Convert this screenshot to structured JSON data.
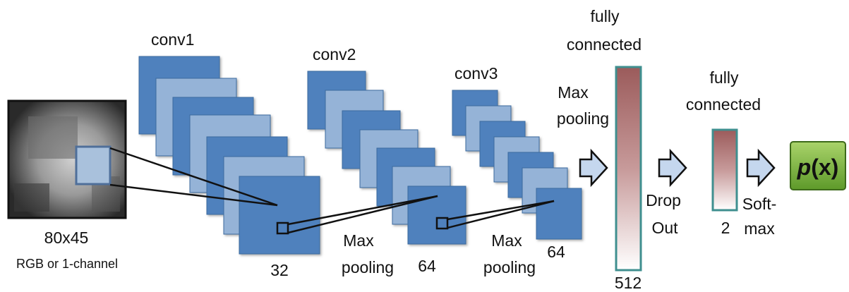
{
  "input": {
    "size_label": "80x45",
    "channel_label": "RGB or 1-channel"
  },
  "conv1": {
    "title": "conv1",
    "count": "32"
  },
  "conv2": {
    "title": "conv2",
    "count": "64"
  },
  "conv3": {
    "title": "conv3",
    "count": "64"
  },
  "pooling1": {
    "line1": "Max",
    "line2": "pooling"
  },
  "pooling2": {
    "line1": "Max",
    "line2": "pooling"
  },
  "pooling3": {
    "line1": "Max",
    "line2": "pooling"
  },
  "fc1": {
    "line1": "fully",
    "line2": "connected",
    "size": "512"
  },
  "dropout": {
    "line1": "Drop",
    "line2": "Out"
  },
  "fc2": {
    "line1": "fully",
    "line2": "connected",
    "size": "2"
  },
  "softmax": {
    "line1": "Soft-",
    "line2": "max"
  },
  "output": {
    "p": "p",
    "paren_open": "(",
    "x": "x",
    "paren_close": ")"
  },
  "colors": {
    "map_dark": "#4f81bd",
    "map_light": "#95b3d7",
    "fc_top": "#9b5b5b",
    "fc_bottom": "#ffffff",
    "fc_border": "#3f8f8f",
    "output_green": "#7aaf3a"
  }
}
